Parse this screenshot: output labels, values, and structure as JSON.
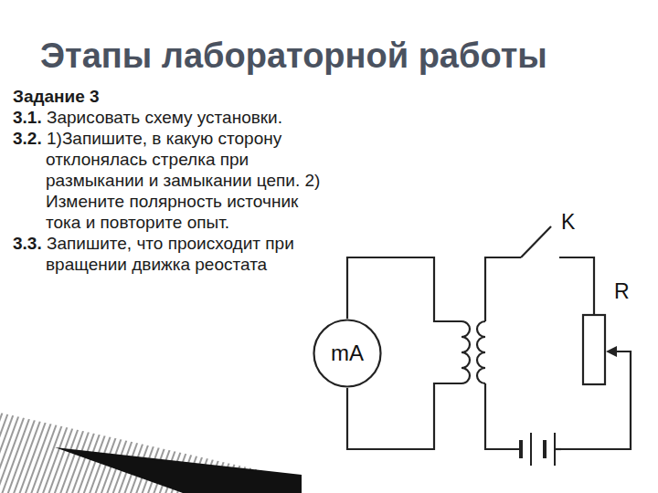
{
  "diagram": {
    "title": "Этапы лабораторной работы",
    "nodes": [
      {
        "text": [
          "mA"
        ]
      }
    ],
    "labels": [
      "Задание 3",
      "3.1.",
      "Зарисовать схему установки.",
      "3.2.",
      "1)Запишите, в какую сторону отклонялась стрелка при размыкании и замыкании цепи. 2) Измените полярность источник тока и повторите опыт.",
      "3.3.",
      "Запишите, что происходит при вращении движка реостата",
      "K",
      "R"
    ]
  }
}
